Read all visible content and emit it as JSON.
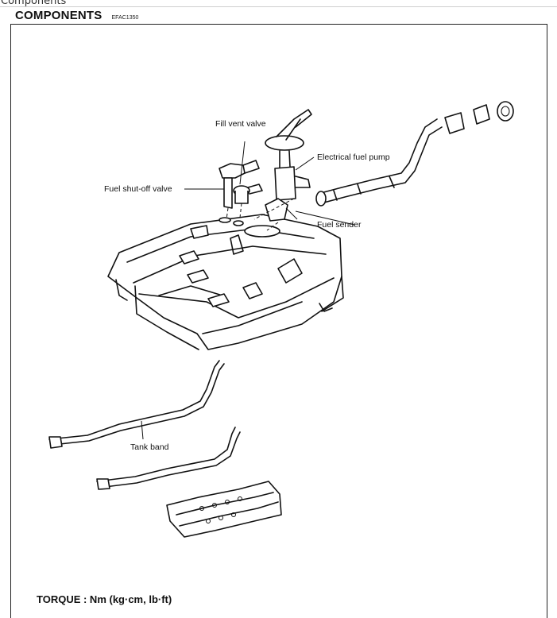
{
  "page": {
    "heading": "Components"
  },
  "section": {
    "title": "COMPONENTS",
    "code": "EFAC1350"
  },
  "callouts": {
    "fill_vent_valve": "Fill vent valve",
    "electrical_fuel_pump": "Electrical fuel pump",
    "fuel_shutoff_valve": "Fuel shut-off valve",
    "fuel_sender": "Fuel sender",
    "tank_band": "Tank band"
  },
  "torque": "TORQUE : Nm (kg·cm, lb·ft)"
}
